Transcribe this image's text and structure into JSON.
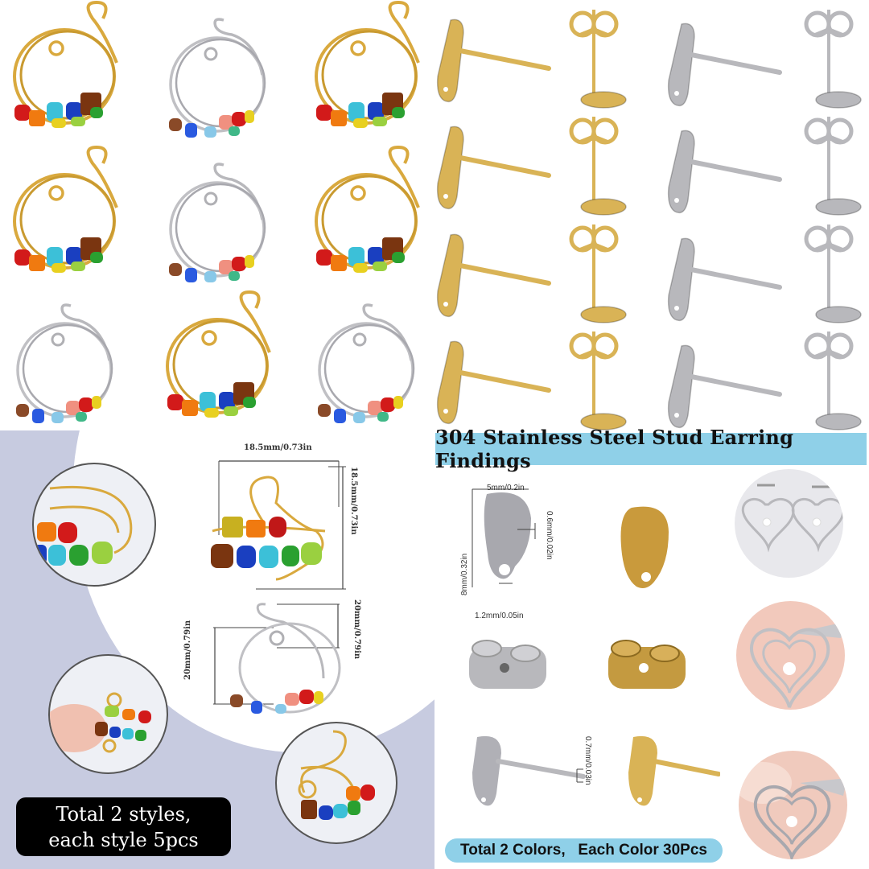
{
  "product": {
    "title": "304 Stainless Steel Stud Earring Findings",
    "colors_note": "Total 2 Colors,   Each Color 30Pcs",
    "styles_note": {
      "line1": "Total 2 styles,",
      "line2": "each style 5pcs"
    }
  },
  "rings_grid": {
    "rows": [
      [
        "gold",
        "silver",
        "gold"
      ],
      [
        "gold",
        "silver",
        "gold"
      ],
      [
        "silver",
        "gold",
        "silver"
      ]
    ]
  },
  "studs_grid": {
    "columns": [
      "gold-stud",
      "gold-stud-with-back",
      "silver-stud",
      "silver-stud-with-back"
    ],
    "row_count": 4
  },
  "ring_dimensions": {
    "gold_width": "18.5mm/0.73in",
    "gold_height": "18.5mm/0.73in",
    "silver_left": "20mm/0.79in",
    "silver_right": "20mm/0.79in"
  },
  "stud_dimensions": {
    "width": "5mm/0.2in",
    "height": "8mm/0.32in",
    "thickness": "0.6mm/0.02in",
    "hole": "1.2mm/0.05in",
    "pin": "0.7mm/0.03in"
  },
  "colors": {
    "banner": "#8fd0e8",
    "panel_bg": "#c7cbe0",
    "gold": "#d9a93e",
    "silver": "#b8b8bc",
    "bead_colors": [
      "#d21a1a",
      "#f07a10",
      "#e8d020",
      "#3cc0d8",
      "#1a3fc0",
      "#7a3510",
      "#2aa030",
      "#9ad040"
    ]
  }
}
